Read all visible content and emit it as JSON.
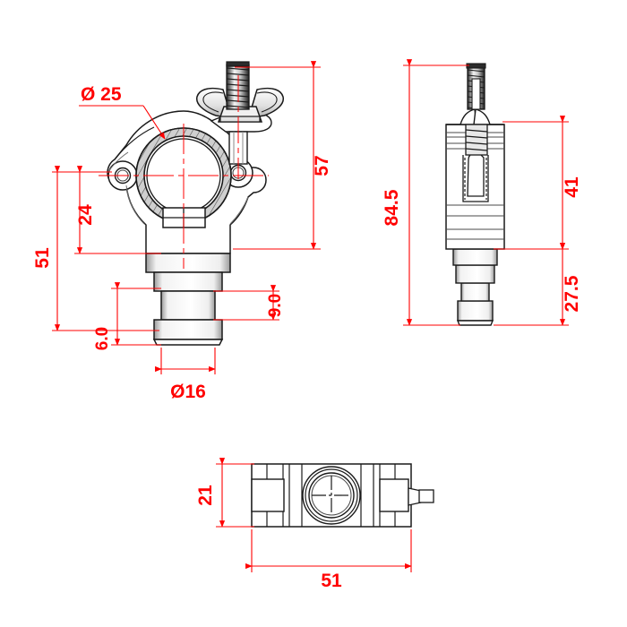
{
  "drawing": {
    "title": "Truss Clamp Technical Drawing",
    "background_color": "#ffffff",
    "dimension_color": "#ff0000",
    "outline_color": "#1a1a1a",
    "shading_color": "#c8c8c8",
    "units": "mm",
    "views": [
      {
        "name": "front-view",
        "label": ""
      },
      {
        "name": "side-view",
        "label": ""
      },
      {
        "name": "bottom-view",
        "label": ""
      }
    ]
  },
  "dimensions": {
    "front_view": {
      "bore_diameter": "Ø 25",
      "height_overall": "57",
      "height_left_total": "51",
      "height_left_partial": "24",
      "spigot_diameter": "Ø16",
      "groove_height": "9.0",
      "base_height": "6.0"
    },
    "side_view": {
      "height_overall": "84.5",
      "body_height": "41",
      "spigot_height": "27.5"
    },
    "bottom_view": {
      "depth": "21",
      "width": "51"
    }
  }
}
